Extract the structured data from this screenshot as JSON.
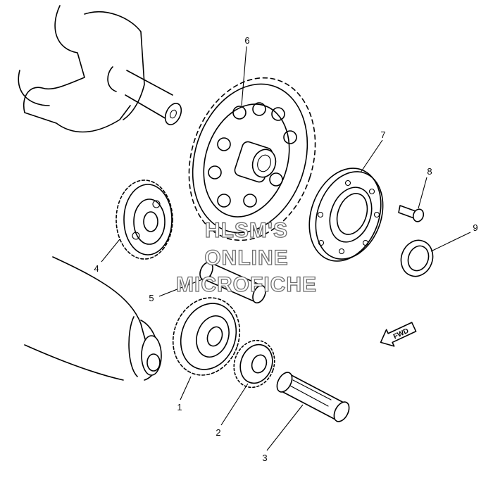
{
  "callouts": [
    {
      "id": "1",
      "text": "1"
    },
    {
      "id": "2",
      "text": "2"
    },
    {
      "id": "3",
      "text": "3"
    },
    {
      "id": "4",
      "text": "4"
    },
    {
      "id": "5",
      "text": "5"
    },
    {
      "id": "6",
      "text": "6"
    },
    {
      "id": "7",
      "text": "7"
    },
    {
      "id": "8",
      "text": "8"
    },
    {
      "id": "9",
      "text": "9"
    }
  ],
  "watermark": {
    "line1": "HLSM'S",
    "line2": "ONLINE",
    "line3": "MICROFICHE"
  },
  "direction_arrow": {
    "label": "FWD"
  }
}
